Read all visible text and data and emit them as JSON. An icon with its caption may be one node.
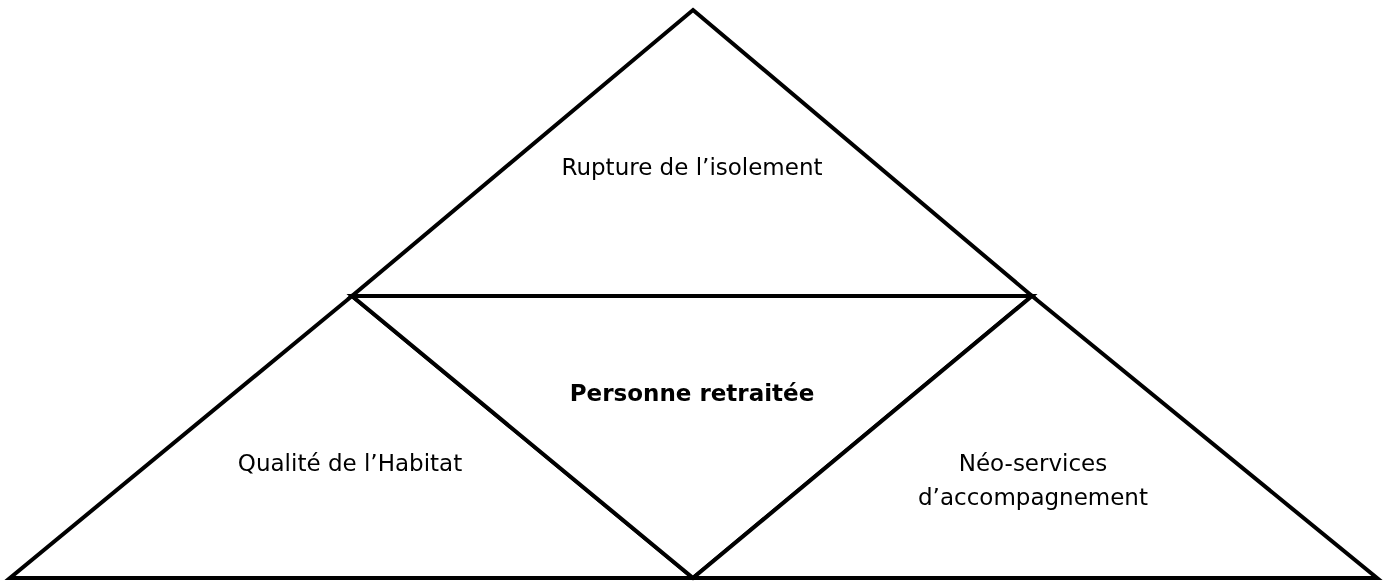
{
  "diagram": {
    "nodes": [
      {
        "text": [
          "Rupture de l’isolement"
        ]
      },
      {
        "text": [
          "Qualité de l’Habitat"
        ]
      },
      {
        "text": [
          "Personne retraitée"
        ]
      },
      {
        "text": [
          "Néo-services d’accompagnement"
        ]
      }
    ]
  }
}
